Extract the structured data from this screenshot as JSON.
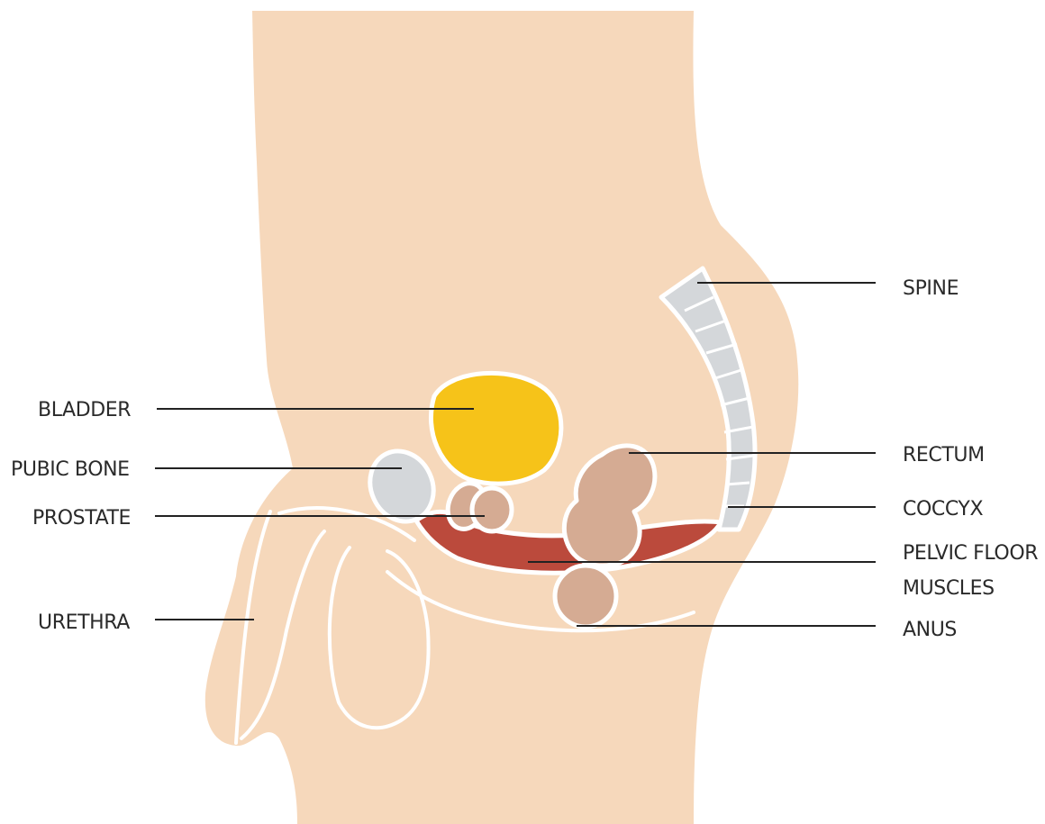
{
  "colors": {
    "skin": "#f6d8bb",
    "bladder": "#f6c319",
    "bone": "#d4d7da",
    "prostate": "#d5ab93",
    "muscle": "#bb4a3c",
    "outline": "#ffffff"
  },
  "labels": {
    "spine": "SPINE",
    "bladder": "BLADDER",
    "rectum": "RECTUM",
    "pubic_bone": "PUBIC BONE",
    "coccyx": "COCCYX",
    "prostate": "PROSTATE",
    "pelvic_floor_line1": "PELVIC FLOOR",
    "pelvic_floor_line2": "MUSCLES",
    "urethra": "URETHRA",
    "anus": "ANUS"
  }
}
